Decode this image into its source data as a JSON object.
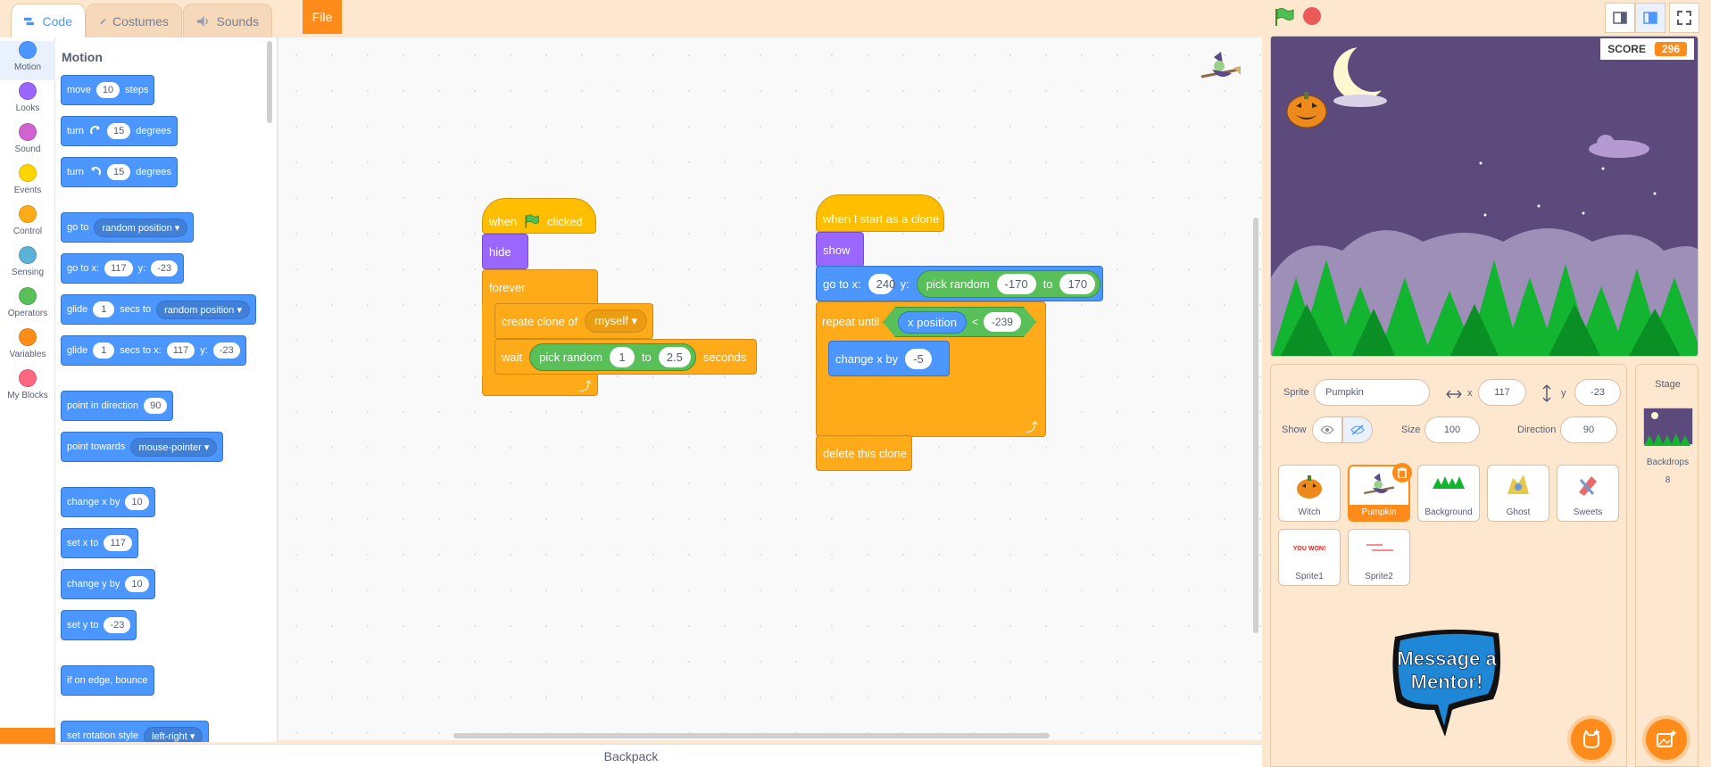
{
  "tabs": [
    {
      "label": "Code"
    },
    {
      "label": "Costumes"
    },
    {
      "label": "Sounds"
    }
  ],
  "menu": {
    "file_label": "File"
  },
  "categories": [
    {
      "label": "Motion",
      "color": "#4c97ff"
    },
    {
      "label": "Looks",
      "color": "#9966ff"
    },
    {
      "label": "Sound",
      "color": "#cf63cf"
    },
    {
      "label": "Events",
      "color": "#ffd500"
    },
    {
      "label": "Control",
      "color": "#ffab19"
    },
    {
      "label": "Sensing",
      "color": "#5cb1d6"
    },
    {
      "label": "Operators",
      "color": "#59c059"
    },
    {
      "label": "Variables",
      "color": "#ff8c1a"
    },
    {
      "label": "My Blocks",
      "color": "#ff6680"
    }
  ],
  "palette": {
    "title": "Motion",
    "move": {
      "t1": "move",
      "v": "10",
      "t2": "steps"
    },
    "turn_right": {
      "t1": "turn",
      "v": "15",
      "t2": "degrees"
    },
    "turn_left": {
      "t1": "turn",
      "v": "15",
      "t2": "degrees"
    },
    "goto": {
      "t1": "go to",
      "dd": "random position"
    },
    "goto_xy": {
      "t1": "go to x:",
      "x": "117",
      "t2": "y:",
      "y": "-23"
    },
    "glide_to": {
      "t1": "glide",
      "v": "1",
      "t2": "secs to",
      "dd": "random position"
    },
    "glide_xy": {
      "t1": "glide",
      "v": "1",
      "t2": "secs to x:",
      "x": "117",
      "t3": "y:",
      "y": "-23"
    },
    "point_dir": {
      "t1": "point in direction",
      "v": "90"
    },
    "point_towards": {
      "t1": "point towards",
      "dd": "mouse-pointer"
    },
    "change_x": {
      "t1": "change x by",
      "v": "10"
    },
    "set_x": {
      "t1": "set x to",
      "v": "117"
    },
    "change_y": {
      "t1": "change y by",
      "v": "10"
    },
    "set_y": {
      "t1": "set y to",
      "v": "-23"
    },
    "bounce": {
      "t1": "if on edge, bounce"
    },
    "rotation": {
      "t1": "set rotation style",
      "dd": "left-right"
    }
  },
  "script1": {
    "hat": {
      "t1": "when",
      "t2": "clicked"
    },
    "hide": "hide",
    "forever": "forever",
    "clone": {
      "t1": "create clone of",
      "dd": "myself"
    },
    "wait": {
      "t1": "wait",
      "rand": "pick random",
      "a": "1",
      "to": "to",
      "b": "2.5",
      "t2": "seconds"
    }
  },
  "script2": {
    "hat": "when I start as a clone",
    "show": "show",
    "goto": {
      "t1": "go to x:",
      "x": "240",
      "t2": "y:",
      "rand": "pick random",
      "a": "-170",
      "to": "to",
      "b": "170"
    },
    "repeat": {
      "t1": "repeat until",
      "rep": "x position",
      "op": "<",
      "v": "-239"
    },
    "change_x": {
      "t1": "change x by",
      "v": "-5"
    },
    "delete": "delete this clone"
  },
  "backpack": "Backpack",
  "stage": {
    "score_label": "SCORE",
    "score_value": "296"
  },
  "sprite_info": {
    "sprite_label": "Sprite",
    "sprite_name": "Pumpkin",
    "x_label": "x",
    "x": "117",
    "y_label": "y",
    "y": "-23",
    "show_label": "Show",
    "size_label": "Size",
    "size": "100",
    "direction_label": "Direction",
    "direction": "90"
  },
  "sprites": [
    {
      "name": "Witch"
    },
    {
      "name": "Pumpkin"
    },
    {
      "name": "Background"
    },
    {
      "name": "Ghost"
    },
    {
      "name": "Sweets"
    },
    {
      "name": "Sprite1"
    },
    {
      "name": "Sprite2"
    }
  ],
  "sprite1_thumb_text": "YOU WON!",
  "stage_pane": {
    "title": "Stage",
    "backdrops_label": "Backdrops",
    "backdrops_count": "8"
  },
  "mentor": {
    "line1": "Message a",
    "line2": "Mentor!"
  },
  "colors": {
    "motion": "#4c97ff",
    "looks": "#9966ff",
    "control": "#ffab19",
    "events": "#ffbf00",
    "operators": "#59c059",
    "accent": "#ff8c1a"
  }
}
